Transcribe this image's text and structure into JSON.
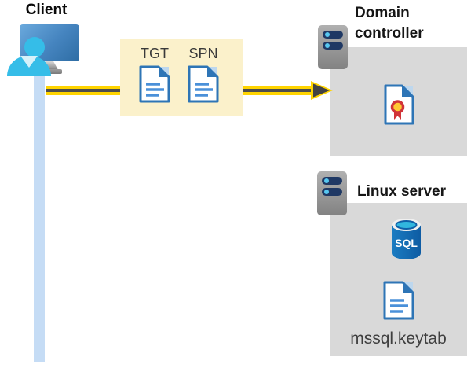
{
  "client": {
    "label": "Client"
  },
  "token_box": {
    "items": [
      {
        "label": "TGT"
      },
      {
        "label": "SPN"
      }
    ]
  },
  "domain_controller": {
    "title": "Domain controller"
  },
  "linux_server": {
    "title": "Linux server",
    "database_label": "SQL",
    "keytab_label": "mssql.keytab"
  },
  "colors": {
    "arrow_yellow": "#ffd400",
    "arrow_core": "#4d4d4d",
    "token_box_bg": "#fbf1cb",
    "panel_bg": "#d9d9d9",
    "document_blue": "#2e75b6",
    "document_fold_light": "#bdd7ee",
    "timeline_blue": "#c5dcf5",
    "person_cyan": "#35bde8",
    "server_slot_navy": "#1f3864",
    "server_led_cyan": "#57c7f0",
    "sql_body_blue": "#1269b5",
    "sql_top_cyan": "#31b6de",
    "certificate_seal_yellow": "#ffc933",
    "certificate_seal_red": "#d13438"
  }
}
